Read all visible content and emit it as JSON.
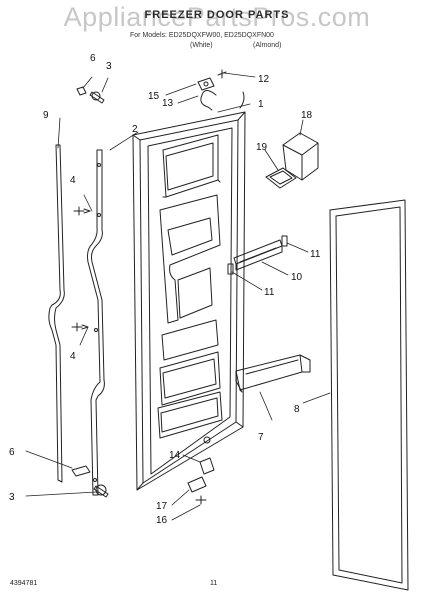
{
  "header": {
    "title": "FREEZER DOOR PARTS",
    "watermark": "AppliancePartsPros.com",
    "models": "For Models: ED25DQXFW00, ED25DQXFN00",
    "variant_a": "(White)",
    "variant_b": "(Almond)"
  },
  "callouts": {
    "c1": "1",
    "c2": "2",
    "c3": "3",
    "c3b": "3",
    "c4": "4",
    "c4b": "4",
    "c6": "6",
    "c6b": "6",
    "c7": "7",
    "c8": "8",
    "c9": "9",
    "c10": "10",
    "c11a": "11",
    "c11b": "11",
    "c12": "12",
    "c13": "13",
    "c14": "14",
    "c15": "15",
    "c16": "16",
    "c17": "17",
    "c18": "18",
    "c19": "19"
  },
  "footer": {
    "doc_number": "4394781",
    "page_number": "11"
  }
}
